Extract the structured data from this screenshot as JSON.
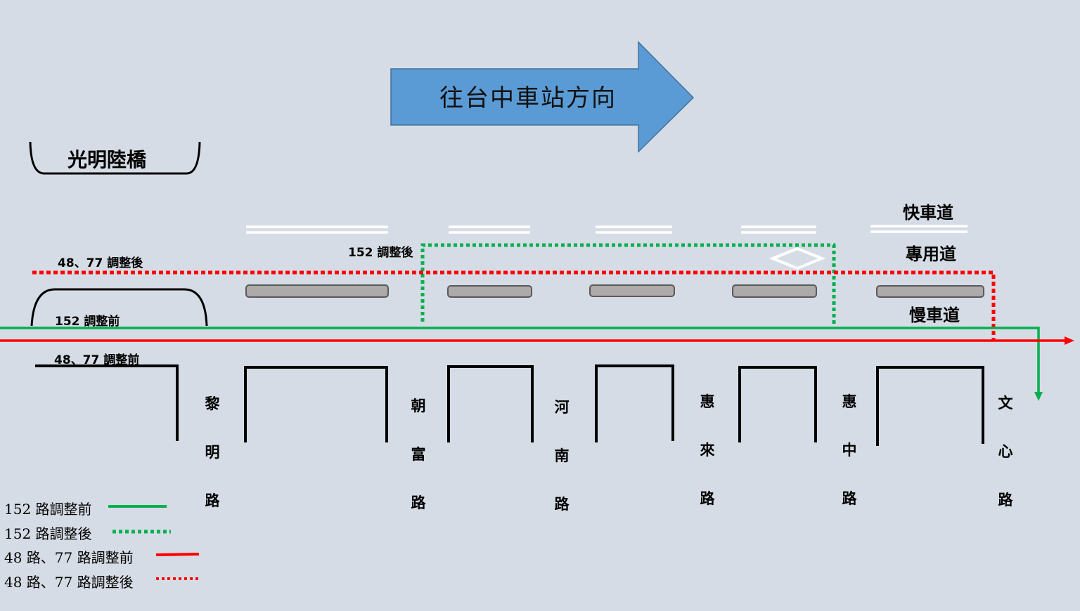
{
  "direction_arrow": {
    "label": "往台中車站方向",
    "color": "#5b9bd5"
  },
  "bridge": {
    "label": "光明陸橋"
  },
  "lanes": {
    "fast": "快車道",
    "dedicated": "專用道",
    "slow": "慢車道"
  },
  "route_labels": {
    "r4877_after": "48、77 調整後",
    "r152_before": "152 調整前",
    "r4877_before": "48、77 調整前",
    "r152_after": "152 調整後"
  },
  "roads": [
    {
      "name": "黎明路",
      "chars": [
        "黎",
        "明",
        "路"
      ]
    },
    {
      "name": "朝富路",
      "chars": [
        "朝",
        "富",
        "路"
      ]
    },
    {
      "name": "河南路",
      "chars": [
        "河",
        "南",
        "路"
      ]
    },
    {
      "name": "惠來路",
      "chars": [
        "惠",
        "來",
        "路"
      ]
    },
    {
      "name": "惠中路",
      "chars": [
        "惠",
        "中",
        "路"
      ]
    },
    {
      "name": "文心路",
      "chars": [
        "文",
        "心",
        "路"
      ]
    }
  ],
  "legend": [
    {
      "label": "152 路調整前",
      "color": "#00b050",
      "style": "solid"
    },
    {
      "label": "152 路調整後",
      "color": "#00b050",
      "style": "dotted"
    },
    {
      "label": "48 路、77 路調整前",
      "color": "#ff0000",
      "style": "solid"
    },
    {
      "label": "48 路、77 路調整後",
      "color": "#ff0000",
      "style": "dotted"
    }
  ],
  "colors": {
    "green": "#00b050",
    "red": "#ff0000",
    "island": "#aeaaaa"
  }
}
